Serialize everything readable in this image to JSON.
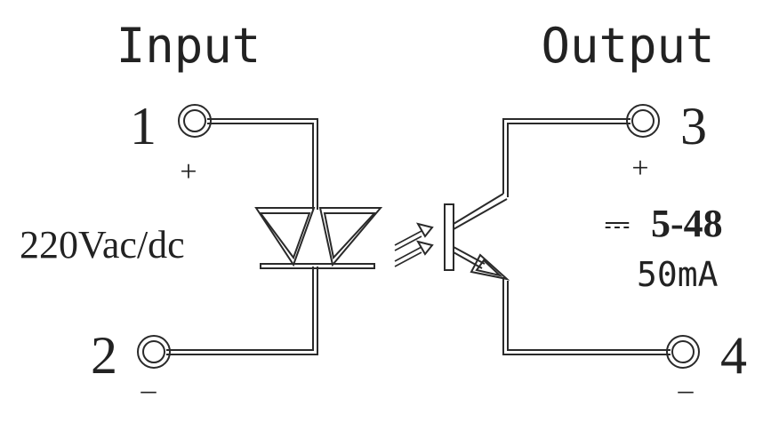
{
  "input": {
    "title": "Input",
    "pin_top": {
      "number": "1",
      "polarity": "+"
    },
    "pin_bottom": {
      "number": "2",
      "polarity": "_"
    },
    "voltage": "220Vac/dc"
  },
  "output": {
    "title": "Output",
    "pin_top": {
      "number": "3",
      "polarity": "+"
    },
    "pin_bottom": {
      "number": "4",
      "polarity": "_"
    },
    "dc_symbol": "⎓",
    "voltage": "5-48",
    "current": "50mA"
  },
  "colors": {
    "stroke": "#2a2a2a",
    "text": "#222222",
    "background": "#ffffff"
  }
}
